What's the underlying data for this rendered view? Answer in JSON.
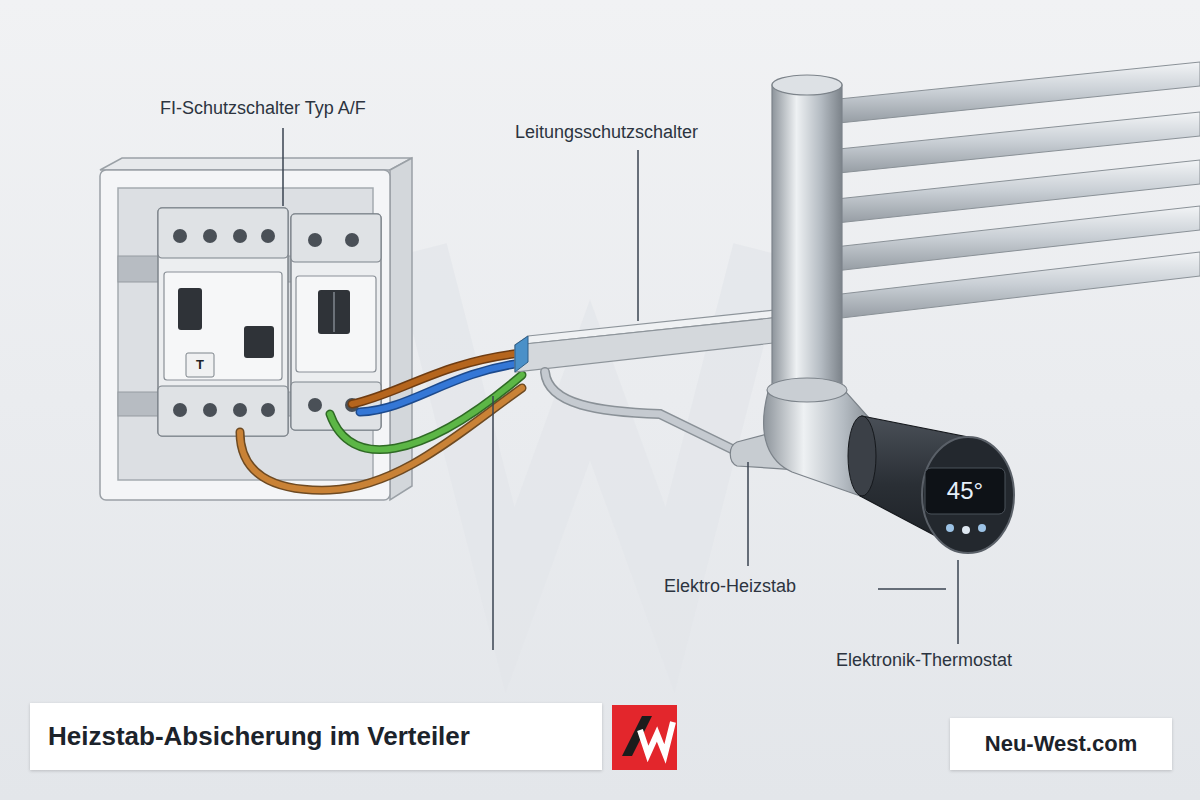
{
  "diagram": {
    "nodes": [
      {
        "text": [
          "Heizstab-Absicherung im Verteiler"
        ]
      },
      {
        "text": [
          "Neu-West.com"
        ]
      }
    ],
    "labels": [
      "FI-Schutzschalter Typ A/F",
      "Leitungsschutzschalter",
      "Elektro-Heizstab",
      "Elektronik-Thermostat",
      "T",
      "45°"
    ]
  }
}
